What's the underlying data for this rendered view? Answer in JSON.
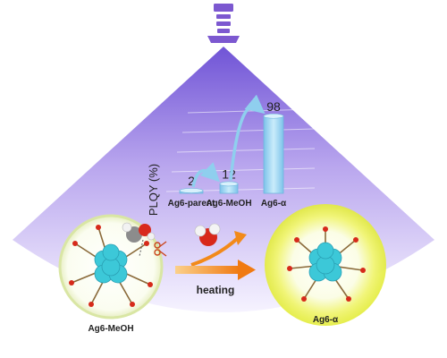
{
  "figure": {
    "chart": {
      "ylabel": "PLQY (%)",
      "categories": [
        "Ag6-parent",
        "Ag6-MeOH",
        "Ag6-α"
      ],
      "values": [
        2,
        12,
        98
      ],
      "value_labels": [
        "2",
        "12",
        "98"
      ]
    },
    "left_cluster_label": "Ag6-MeOH",
    "right_cluster_label": "Ag6-α",
    "arrow_label": "heating",
    "colors": {
      "cone_top": "#7b5fd6",
      "cone_bottom": "#f7f4ff",
      "lamp": "#7c58d0",
      "bar": "#9ed6f2",
      "glow": "#eef25a",
      "arrow_orange": "#f28a1a",
      "cluster_core": "#3cc8d8"
    }
  },
  "chart_data": {
    "type": "bar",
    "categories": [
      "Ag6-parent",
      "Ag6-MeOH",
      "Ag6-α"
    ],
    "values": [
      2,
      12,
      98
    ],
    "title": "",
    "xlabel": "",
    "ylabel": "PLQY (%)",
    "ylim": [
      0,
      100
    ],
    "grid": true
  }
}
